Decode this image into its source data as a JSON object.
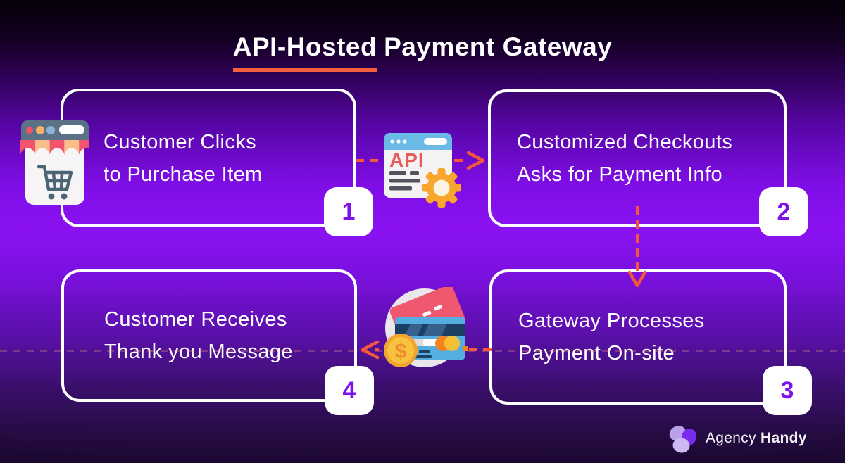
{
  "header": {
    "title_highlight": "API-Hosted",
    "title_rest": "Payment Gateway"
  },
  "steps": [
    {
      "number": "1",
      "line1": "Customer Clicks",
      "line2": "to Purchase Item"
    },
    {
      "number": "2",
      "line1": "Customized Checkouts",
      "line2": "Asks for Payment Info"
    },
    {
      "number": "3",
      "line1": "Gateway Processes",
      "line2": "Payment On-site"
    },
    {
      "number": "4",
      "line1": "Customer Receives",
      "line2": "Thank you Message"
    }
  ],
  "icons": {
    "step1_icon": "storefront-icon",
    "between_1_2_icon": "api-window-gear-icon",
    "between_3_4_icon": "credit-cards-coin-icon"
  },
  "footer": {
    "brand_regular": "Agency",
    "brand_bold": "Handy"
  },
  "colors": {
    "accent_underline": "#F5603F",
    "arrow_orange": "#F4573C",
    "badge_number": "#7D12EA",
    "background_bright_purple": "#8A12F2",
    "box_border": "#FFFFFF",
    "awning_red": "#F4536E",
    "awning_peach": "#FBBE8A",
    "gear_orange": "#F8A62C",
    "coin_gold": "#F9C140",
    "card_blue": "#55AEE2",
    "card_red": "#F0586F"
  }
}
